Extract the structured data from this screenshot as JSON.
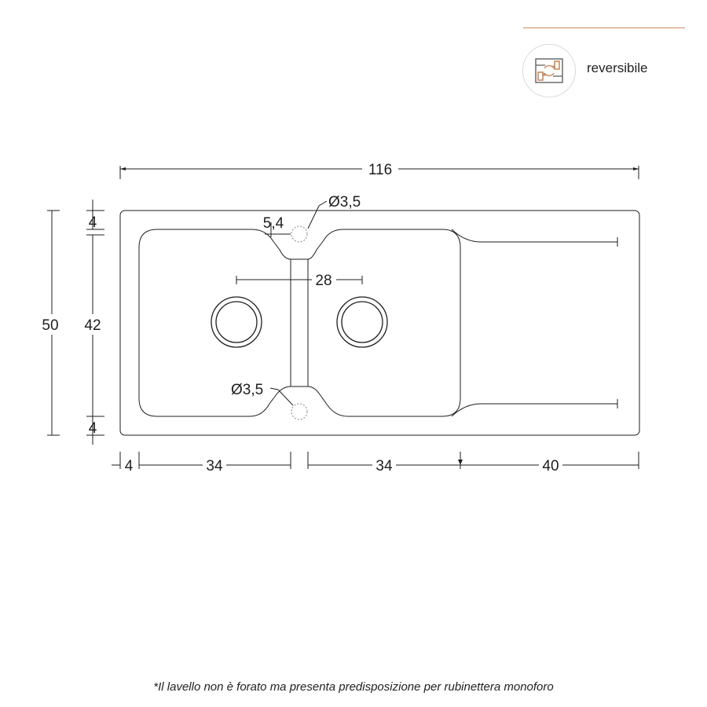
{
  "header": {
    "reversible_label": "reversibile",
    "reversible_icon": "reversible-icon",
    "accent_color": "#c98a5e"
  },
  "dimensions": {
    "overall_width": "116",
    "overall_height": "50",
    "basin_height": "42",
    "top_margin": "4",
    "bottom_margin": "4",
    "left_margin": "4",
    "basin_left_width": "34",
    "basin_right_width": "34",
    "drainer_width": "40",
    "drain_spacing": "28",
    "divider_offset": "5,4",
    "tap_hole_top": "Ø3,5",
    "tap_hole_bottom": "Ø3,5"
  },
  "footnote": "*Il lavello non è forato ma presenta predisposizione per rubinettera monoforo"
}
